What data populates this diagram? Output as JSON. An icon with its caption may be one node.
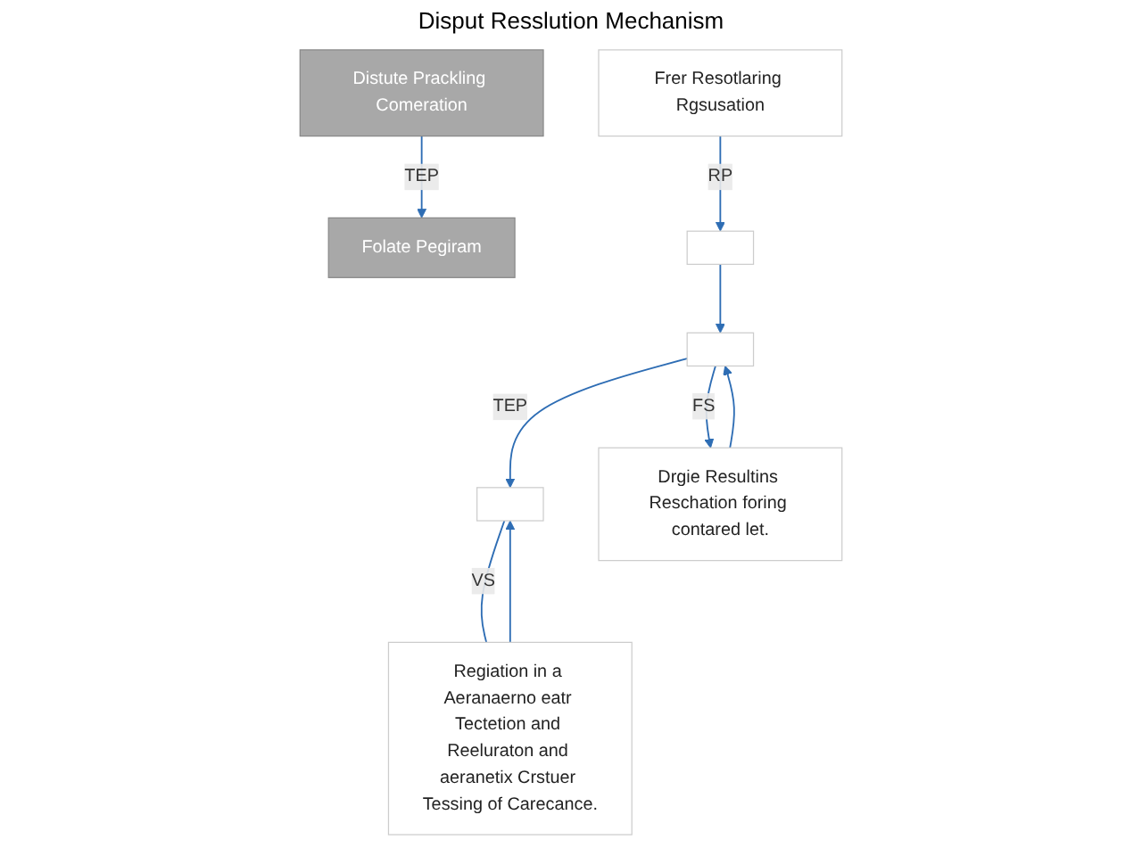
{
  "diagram": {
    "title": "Disput Resslution Mechanism",
    "nodes": [
      {
        "text": [
          "Distute Prackling Comeration"
        ]
      },
      {
        "text": [
          "Folate Pegiram"
        ]
      },
      {
        "text": [
          "Frer Resotlaring Rgsusation"
        ]
      },
      {
        "text": [],
        "shape": "box"
      },
      {
        "text": [],
        "shape": "box"
      },
      {
        "text": [],
        "shape": "box"
      },
      {
        "text": [
          "Drgie Resultins Reschation foring contared let."
        ]
      },
      {
        "text": [
          "Regiation in a Aeranaerno eatr Tectetion and Reeluraton and aeranetix Crstuer Tessing of Carecance."
        ]
      }
    ],
    "edges": [
      {
        "from": 0,
        "to": 1,
        "arrow": "to",
        "label": "TEP"
      },
      {
        "from": 2,
        "to": 3,
        "arrow": "to",
        "label": "RP"
      },
      {
        "from": 3,
        "to": 4,
        "arrow": "to"
      },
      {
        "from": 4,
        "to": 5,
        "arrow": "to",
        "label": "TEP"
      },
      {
        "from": 4,
        "to": 6,
        "arrow": "to",
        "label": "FS"
      },
      {
        "from": 6,
        "to": 4,
        "arrow": "to"
      },
      {
        "from": 5,
        "to": 7,
        "arrow": "none",
        "label": "VS"
      },
      {
        "from": 7,
        "to": 5,
        "arrow": "to"
      }
    ]
  }
}
